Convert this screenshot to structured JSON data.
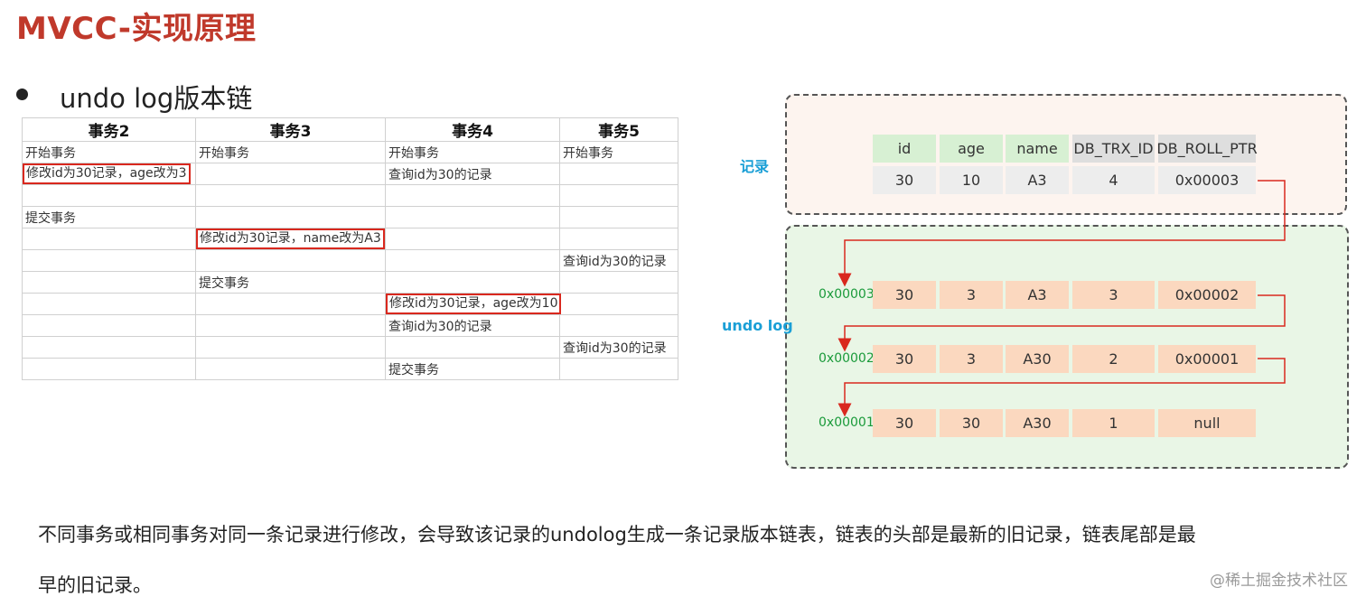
{
  "title": "MVCC-实现原理",
  "bullet": "undo log版本链",
  "table": {
    "headers": [
      "事务2",
      "事务3",
      "事务4",
      "事务5"
    ],
    "rows": [
      [
        "开始事务",
        "开始事务",
        "开始事务",
        "开始事务"
      ],
      [
        "修改id为30记录，age改为3",
        "",
        "查询id为30的记录",
        ""
      ],
      [
        "",
        "",
        "",
        ""
      ],
      [
        "提交事务",
        "",
        "",
        ""
      ],
      [
        "",
        "修改id为30记录，name改为A3",
        "",
        ""
      ],
      [
        "",
        "",
        "",
        "查询id为30的记录"
      ],
      [
        "",
        "提交事务",
        "",
        ""
      ],
      [
        "",
        "",
        "修改id为30记录，age改为10",
        ""
      ],
      [
        "",
        "",
        "查询id为30的记录",
        ""
      ],
      [
        "",
        "",
        "",
        "查询id为30的记录"
      ],
      [
        "",
        "",
        "提交事务",
        ""
      ]
    ]
  },
  "diagram": {
    "record_label": "记录",
    "undo_label": "undo log",
    "columns": [
      "id",
      "age",
      "name",
      "DB_TRX_ID",
      "DB_ROLL_PTR"
    ],
    "record": [
      "30",
      "10",
      "A3",
      "4",
      "0x00003"
    ],
    "undo_rows": [
      {
        "addr": "0x00003",
        "values": [
          "30",
          "3",
          "A3",
          "3",
          "0x00002"
        ]
      },
      {
        "addr": "0x00002",
        "values": [
          "30",
          "3",
          "A30",
          "2",
          "0x00001"
        ]
      },
      {
        "addr": "0x00001",
        "values": [
          "30",
          "30",
          "A30",
          "1",
          "null"
        ]
      }
    ],
    "colors": {
      "arrow": "#d9281e",
      "label_blue": "#1a9fd6",
      "addr_green": "#1a9a3a"
    }
  },
  "description": {
    "line1": "不同事务或相同事务对同一条记录进行修改，会导致该记录的undolog生成一条记录版本链表，链表的头部是最新的旧记录，链表尾部是最",
    "line2": "早的旧记录。"
  },
  "watermark": "@稀土掘金技术社区"
}
